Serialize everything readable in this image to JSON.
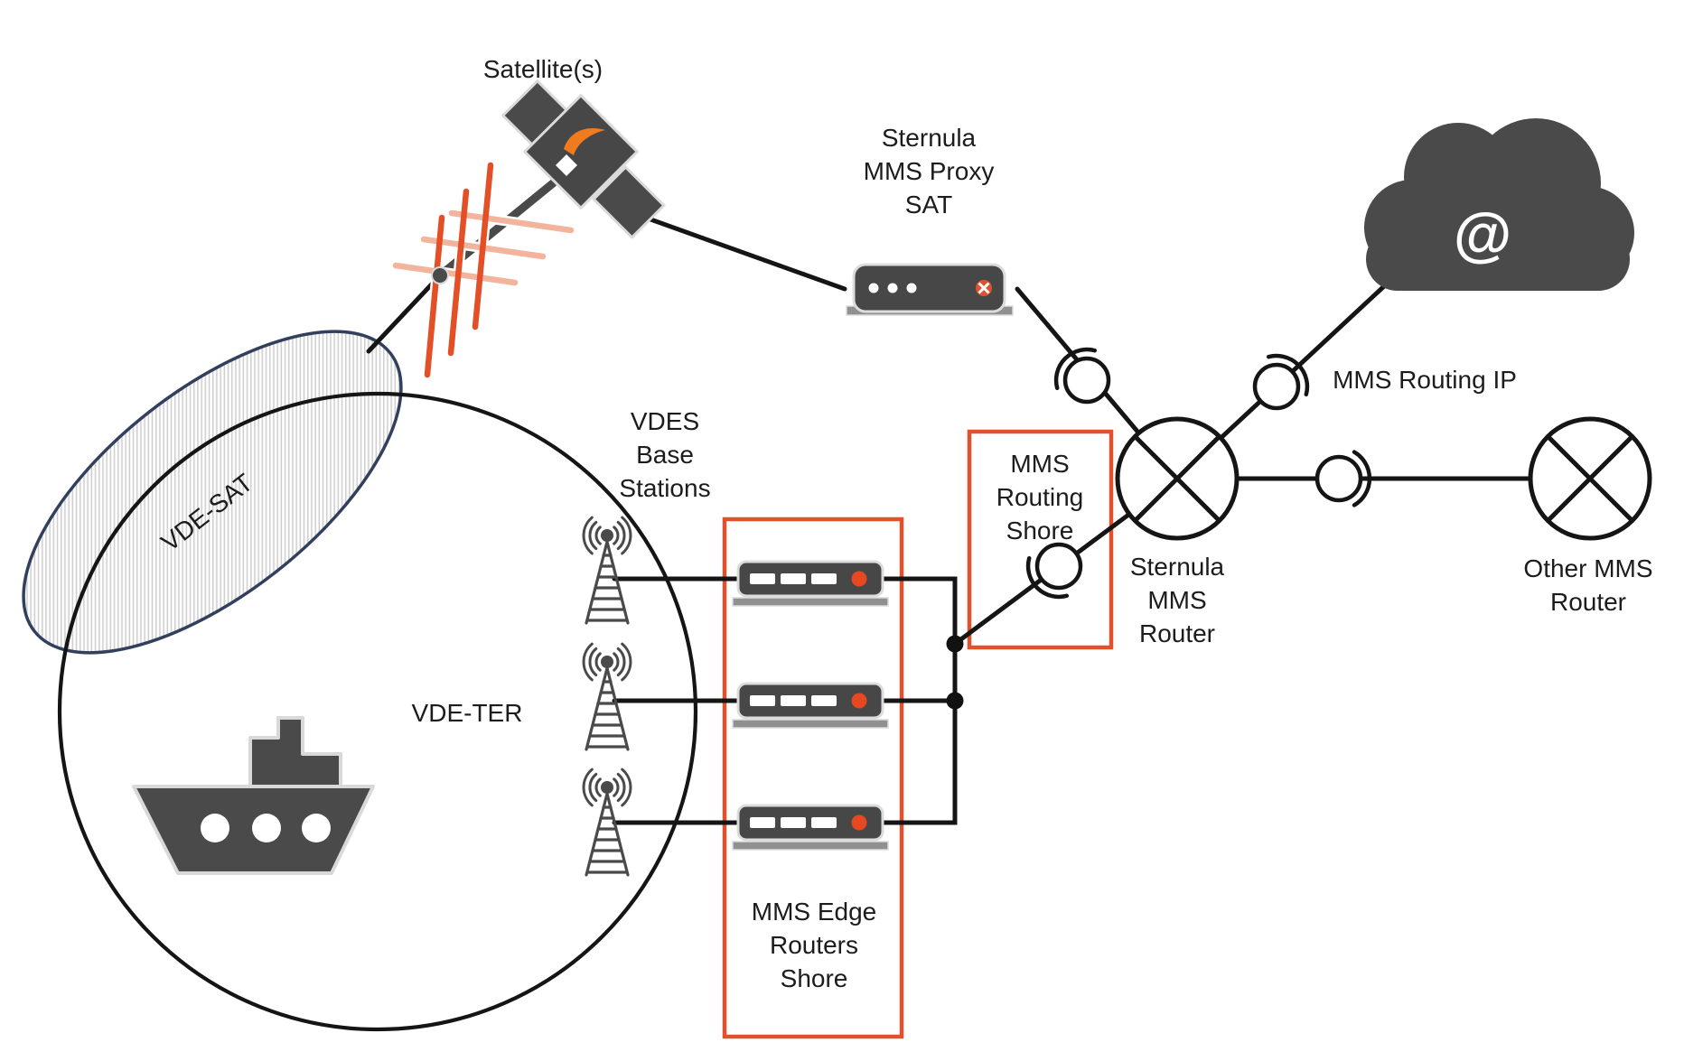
{
  "diagram": {
    "labels": {
      "satellites": "Satellite(s)",
      "proxy_sat": "Sternula\nMMS Proxy\nSAT",
      "mms_routing_ip": "MMS Routing IP",
      "mms_routing_shore": "MMS\nRouting\nShore",
      "sternula_mms_router": "Sternula\nMMS\nRouter",
      "other_mms_router": "Other MMS\nRouter",
      "vdes_base_stations": "VDES\nBase\nStations",
      "mms_edge_routers_shore": "MMS Edge\nRouters\nShore",
      "vde_ter": "VDE-TER",
      "vde_sat": "VDE-SAT",
      "at_symbol": "@"
    },
    "icons": {
      "satellite": "satellite-icon",
      "internet_cloud": "cloud-at-icon",
      "ship": "ship-icon",
      "base_station": "antenna-tower-icon",
      "edge_router": "edge-router-device-icon",
      "proxy_router": "proxy-router-device-icon",
      "router_node": "circle-x-router-icon",
      "radio_interface": "interface-circle-icon"
    },
    "colors": {
      "accent_orange": "#e0522d",
      "device_dark": "#474747",
      "icon_gray": "#4a4a4a",
      "led_orange": "#e8481f",
      "antenna_orange": "#e34f26",
      "antenna_peach": "#f2b49c",
      "ellipse_border": "#32405e",
      "hatch_gray": "#cfcfcf",
      "line_black": "#151515"
    }
  }
}
